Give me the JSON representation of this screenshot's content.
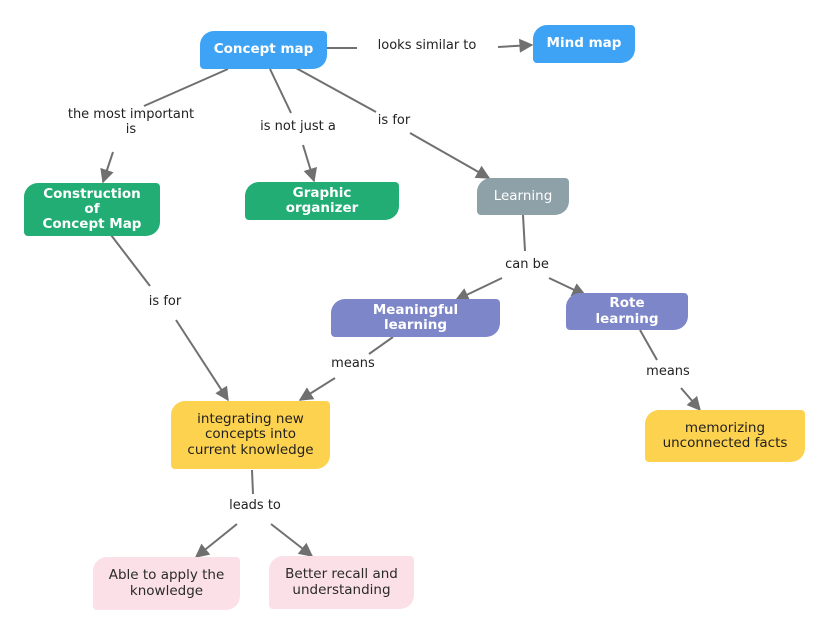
{
  "nodes": {
    "concept_map": {
      "text": [
        "Concept map"
      ],
      "color": "#3ea3f5"
    },
    "mind_map": {
      "text": [
        "Mind map"
      ],
      "color": "#3ea3f5"
    },
    "construction": {
      "text": [
        "Construction of",
        "Concept Map"
      ],
      "color": "#22ad74"
    },
    "graphic_organizer": {
      "text": [
        "Graphic organizer"
      ],
      "color": "#22ad74"
    },
    "learning": {
      "text": [
        "Learning"
      ],
      "color": "#8ea0a8"
    },
    "meaningful_learning": {
      "text": [
        "Meaningful learning"
      ],
      "color": "#7d86c9"
    },
    "rote_learning": {
      "text": [
        "Rote learning"
      ],
      "color": "#7d86c9"
    },
    "integrating": {
      "text": [
        "integrating new",
        "concepts into",
        "current knowledge"
      ],
      "color": "#fdd24f"
    },
    "memorizing": {
      "text": [
        "memorizing",
        "unconnected facts"
      ],
      "color": "#fdd24f"
    },
    "apply": {
      "text": [
        "Able to apply the",
        "knowledge"
      ],
      "color": "#fbe0e8"
    },
    "recall": {
      "text": [
        "Better recall and",
        "understanding"
      ],
      "color": "#fbe0e8"
    }
  },
  "links": {
    "looks_similar_to": [
      "looks similar to"
    ],
    "most_important": [
      "the most important",
      "is"
    ],
    "is_not_just_a": [
      "is not just a"
    ],
    "is_for_top": [
      "is for"
    ],
    "can_be": [
      "can be"
    ],
    "is_for_left": [
      "is for"
    ],
    "means_left": [
      "means"
    ],
    "means_right": [
      "means"
    ],
    "leads_to": [
      "leads to"
    ]
  },
  "edge_color": "#707070"
}
